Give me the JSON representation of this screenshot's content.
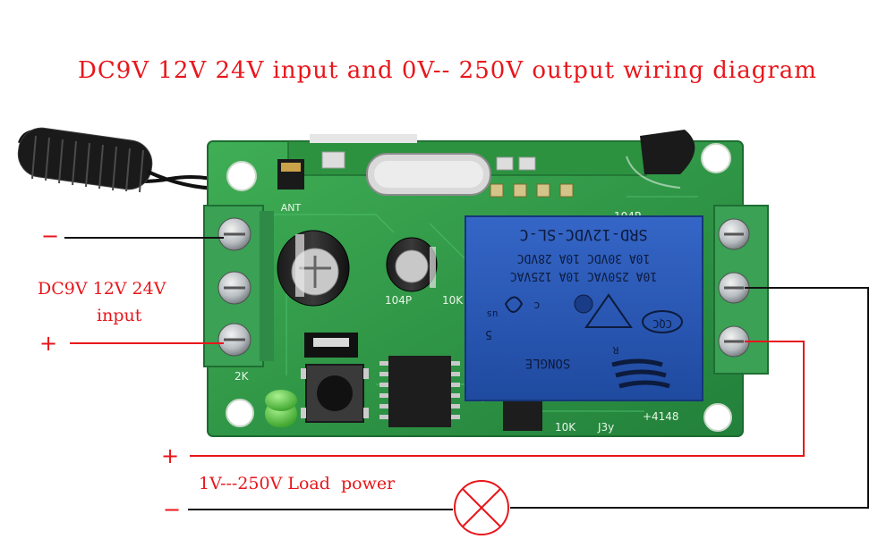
{
  "title": "DC9V 12V 24V input and 0V-- 250V output wiring diagram",
  "input_label": {
    "line1": "DC9V 12V 24V",
    "line2": "input"
  },
  "terminal_symbols": {
    "input_minus": "−",
    "input_plus": "+",
    "load_plus": "+",
    "load_minus": "−"
  },
  "load_label": "1V---250V Load  power",
  "relay": {
    "model": "SRD-12VDC-SL-C",
    "ratings": [
      "10A 250VAC  10A 125VAC",
      "10A 30VDC  10A 28VDC"
    ],
    "brand": "SONGLE",
    "cert_mark": "CQC",
    "marks": [
      "c",
      "us",
      "5",
      "R"
    ]
  },
  "board_labels": {
    "cap_104_top": "104P",
    "cap_104_mid": "104P",
    "res_10k_mid": "10K",
    "res_2k": "2K",
    "res_10k_bottom": "10K",
    "jumper": "J3y",
    "diode": "4148",
    "diode_plus": "+",
    "antenna_pin": "ANT"
  },
  "colors": {
    "label_red": "#e8161b",
    "wire_black": "#111111",
    "wire_red": "#e8161b",
    "pcb_green": "#2f9a45",
    "terminal_green": "#3aa155",
    "relay_blue": "#2a56b3",
    "led_green": "#46c13a"
  },
  "icons": [
    "antenna-coil-icon",
    "lamp-load-icon",
    "screw-terminal-icon",
    "relay-icon",
    "capacitor-icon",
    "push-button-icon",
    "led-icon",
    "crystal-icon",
    "transistor-icon",
    "ic-chip-icon"
  ]
}
